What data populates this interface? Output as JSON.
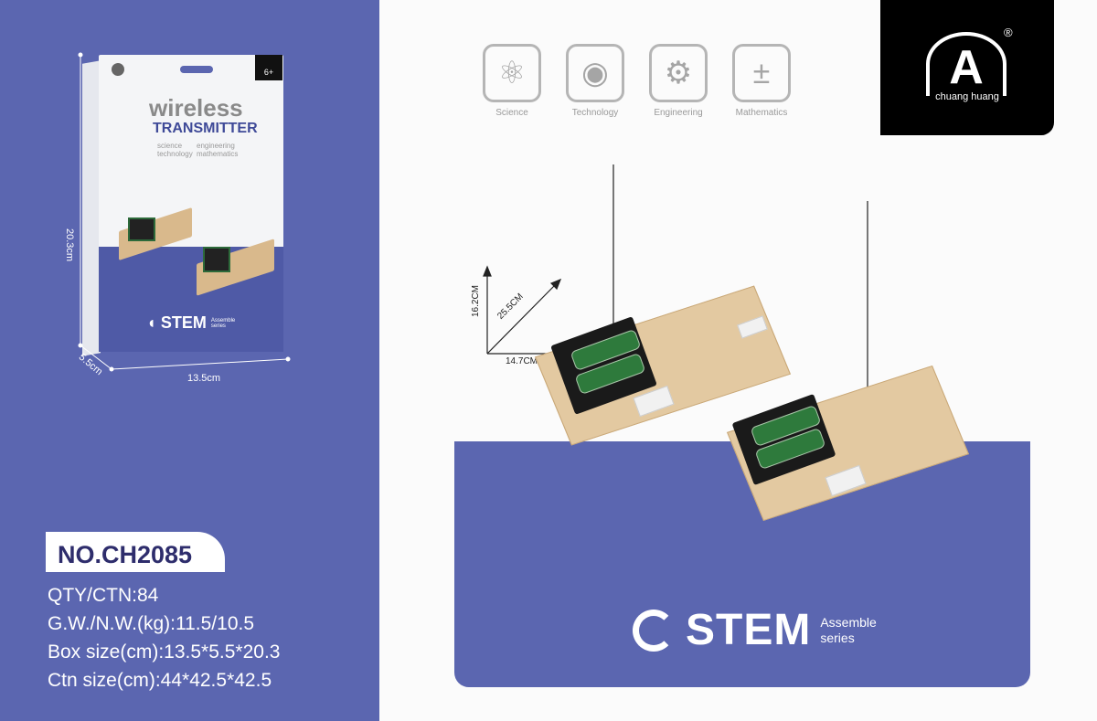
{
  "box": {
    "title_wireless": "wireless",
    "title_transmitter": "TRANSMITTER",
    "tags_left": [
      "science",
      "technology"
    ],
    "tags_right": [
      "engineering",
      "mathematics"
    ],
    "age": "6+",
    "brand_line": "STEM",
    "brand_sub": "Assemble series",
    "height": "20.3cm",
    "depth": "5.5cm",
    "width": "13.5cm"
  },
  "product": {
    "model": "NO.CH2085",
    "specs": [
      "QTY/CTN:84",
      "G.W./N.W.(kg):11.5/10.5",
      "Box size(cm):13.5*5.5*20.3",
      "Ctn size(cm):44*42.5*42.5"
    ]
  },
  "categories": [
    {
      "label": "Science",
      "icon": "atom-icon",
      "glyph": "⚛"
    },
    {
      "label": "Technology",
      "icon": "circuit-icon",
      "glyph": "◉"
    },
    {
      "label": "Engineering",
      "icon": "gear-icon",
      "glyph": "⚙"
    },
    {
      "label": "Mathematics",
      "icon": "calculator-icon",
      "glyph": "±"
    }
  ],
  "brand": {
    "name": "chuang huang",
    "mark": "A",
    "registered": "®"
  },
  "dimensions": {
    "height": "16.2CM",
    "diagonal": "25.5CM",
    "width": "14.7CM"
  },
  "footer": {
    "title": "STEM",
    "sub1": "Assemble",
    "sub2": "series"
  },
  "colors": {
    "panel": "#5b66b0",
    "model": "#2e2d6c"
  }
}
